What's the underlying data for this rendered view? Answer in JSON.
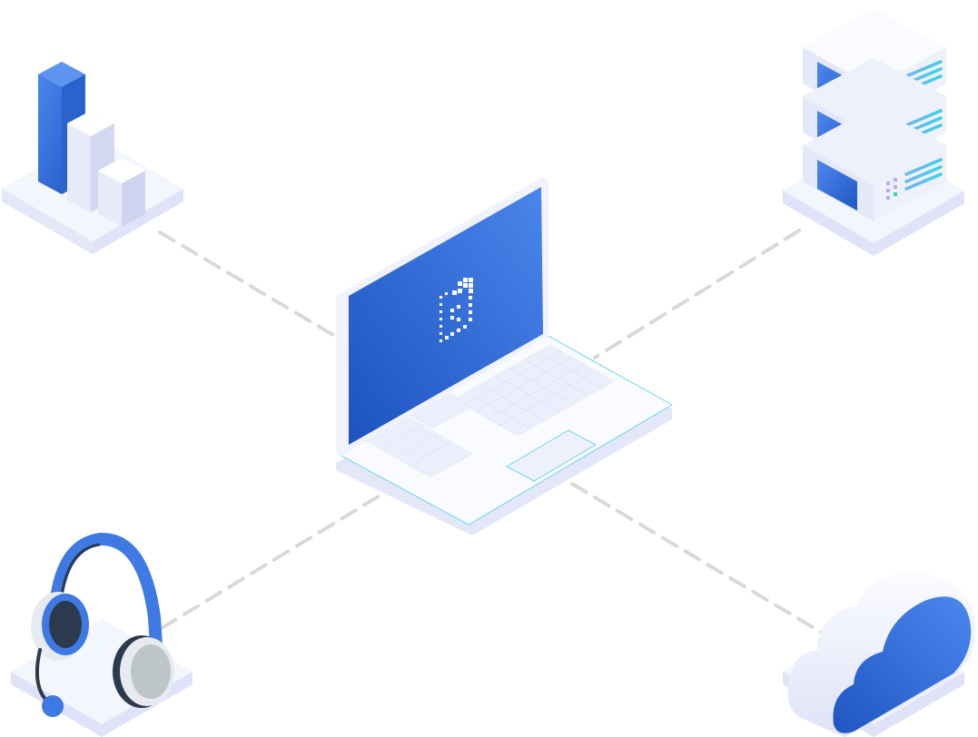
{
  "diagram": {
    "hub": {
      "name": "laptop",
      "icon": "laptop-icon",
      "screen_logo": "pixel-logo-icon"
    },
    "nodes": [
      {
        "name": "analytics",
        "icon": "bar-chart-icon",
        "corner": "top-left"
      },
      {
        "name": "servers",
        "icon": "server-rack-icon",
        "corner": "top-right"
      },
      {
        "name": "support",
        "icon": "headset-icon",
        "corner": "bottom-left"
      },
      {
        "name": "cloud",
        "icon": "cloud-icon",
        "corner": "bottom-right"
      }
    ],
    "links": [
      {
        "from": "laptop",
        "to": "analytics",
        "style": "dashed"
      },
      {
        "from": "laptop",
        "to": "servers",
        "style": "dashed"
      },
      {
        "from": "laptop",
        "to": "support",
        "style": "dashed"
      },
      {
        "from": "laptop",
        "to": "cloud",
        "style": "dashed"
      }
    ],
    "colors": {
      "accent_blue": "#3f79e3",
      "deep_blue": "#1f56c2",
      "light_platform": "#f1f3fc",
      "platform_edge": "#d9ddf3",
      "connector_gray": "#d9d9d9",
      "headset_dark": "#2b3a4d",
      "headset_cushion": "#bcc6c8",
      "server_stripe": "#4dc7e6",
      "server_green": "#36d39a"
    }
  }
}
